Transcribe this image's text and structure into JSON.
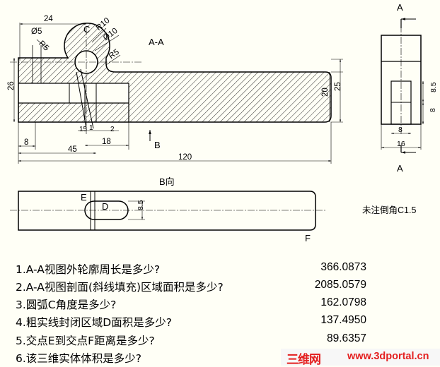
{
  "labels": {
    "section_title": "A-A",
    "arrow_a_top": "A",
    "arrow_a_bottom": "A",
    "view_b_arrow": "B",
    "view_b_title": "B向",
    "point_c": "C",
    "point_d": "D",
    "point_e": "E",
    "point_f": "F",
    "note": "未注倒角C1.5"
  },
  "dimensions": {
    "d24": "24",
    "dia5": "Ø5",
    "r5_top": "R5",
    "r10": "R10",
    "dia10": "Ø10",
    "r5_right": "R5",
    "d26": "26",
    "d20": "20",
    "d25": "25",
    "d15": "15",
    "d1": "1",
    "d2": "2",
    "d8_left": "8",
    "d18": "18",
    "d45": "45",
    "d120": "120",
    "side_8_5": "8.5",
    "side_8_right": "8",
    "side_8_bottom": "8",
    "side_16": "16",
    "b_8_5": "8.5"
  },
  "questions": [
    {
      "q": "1.A-A视图外轮廓周长是多少?",
      "a": "366.0873"
    },
    {
      "q": "2.A-A视图剖面(斜线填充)区域面积是多少?",
      "a": "2085.0579"
    },
    {
      "q": "3.圆弧C角度是多少?",
      "a": "162.0798"
    },
    {
      "q": "4.粗实线封闭区域D面积是多少?",
      "a": "137.4950"
    },
    {
      "q": "5.交点E到交点F距离是多少?",
      "a": "89.6357"
    },
    {
      "q": "6.该三维实体体积是多少?",
      "a": ""
    }
  ],
  "watermark": {
    "site_cn": "三维网",
    "site_url": "www.3dportal.cn"
  },
  "colors": {
    "background": "#fffff6",
    "line": "#000000",
    "watermark": "#e42020"
  }
}
